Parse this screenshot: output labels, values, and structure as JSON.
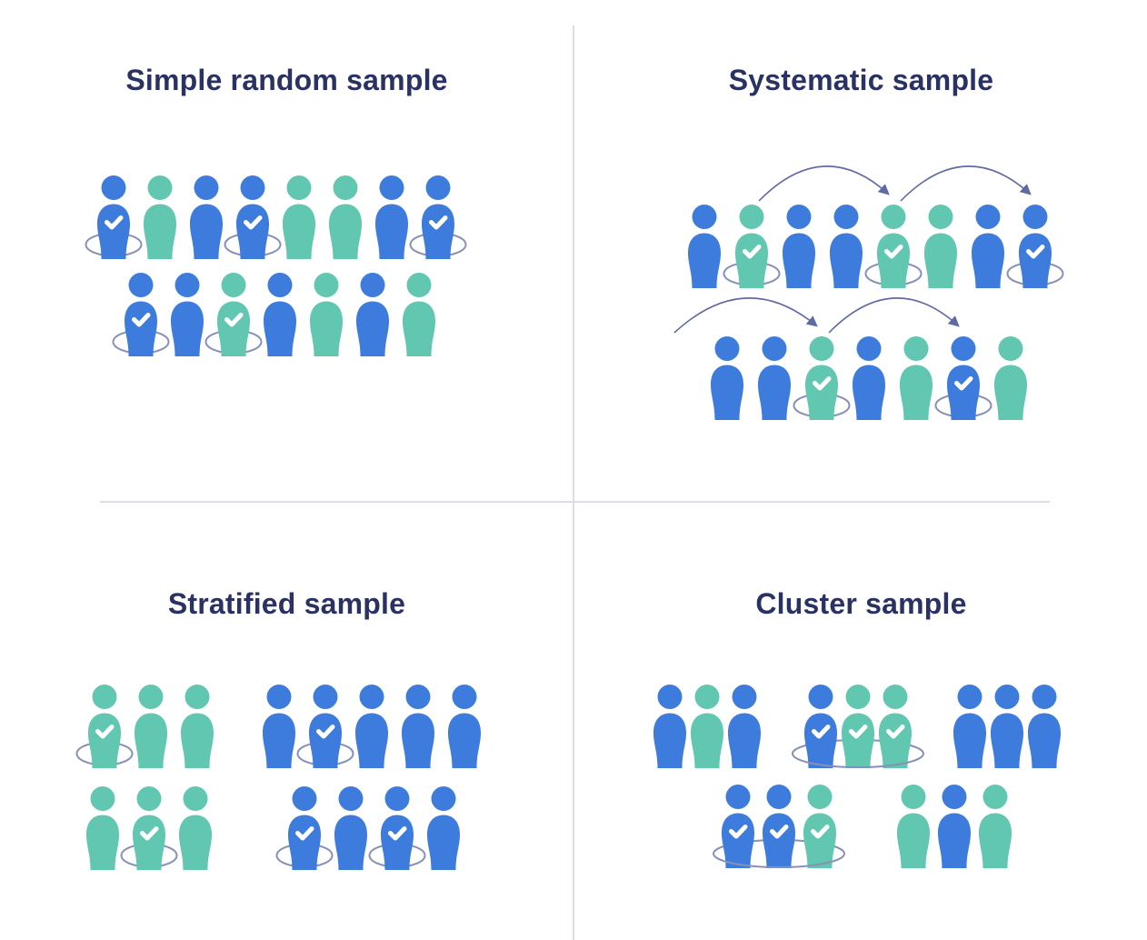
{
  "colors": {
    "blue": "#3D7CDD",
    "teal": "#62C7B1",
    "title": "#2A3263",
    "ellipse": "#8690B8",
    "arrow": "#5F6AA5",
    "divider": "#D9DDEA"
  },
  "icons": {
    "person": "person-silhouette",
    "checkmark": "white-check-on-chest",
    "selection": "ellipse-outline-under-selected",
    "skip_arrow": "curved-arrow-over-heads"
  },
  "quadrants": [
    {
      "title": "Simple random sample",
      "rows": [
        {
          "people": [
            {
              "color": "blue",
              "checked": true,
              "circled": true
            },
            {
              "color": "teal"
            },
            {
              "color": "blue"
            },
            {
              "color": "blue",
              "checked": true,
              "circled": true
            },
            {
              "color": "teal"
            },
            {
              "color": "teal"
            },
            {
              "color": "blue"
            },
            {
              "color": "blue",
              "checked": true,
              "circled": true
            }
          ]
        },
        {
          "people": [
            {
              "color": "blue",
              "checked": true,
              "circled": true
            },
            {
              "color": "blue"
            },
            {
              "color": "teal",
              "checked": true,
              "circled": true
            },
            {
              "color": "blue"
            },
            {
              "color": "teal"
            },
            {
              "color": "blue"
            },
            {
              "color": "teal"
            }
          ]
        }
      ]
    },
    {
      "title": "Systematic sample",
      "rows": [
        {
          "people": [
            {
              "color": "blue"
            },
            {
              "color": "teal",
              "checked": true,
              "circled": true
            },
            {
              "color": "blue"
            },
            {
              "color": "blue"
            },
            {
              "color": "teal",
              "checked": true,
              "circled": true
            },
            {
              "color": "teal"
            },
            {
              "color": "blue"
            },
            {
              "color": "blue",
              "checked": true,
              "circled": true
            }
          ],
          "arrows": [
            {
              "from": 1,
              "to": 4
            },
            {
              "from": 4,
              "to": 7
            }
          ]
        },
        {
          "people": [
            {
              "color": "blue"
            },
            {
              "color": "blue"
            },
            {
              "color": "teal",
              "checked": true,
              "circled": true
            },
            {
              "color": "blue"
            },
            {
              "color": "teal"
            },
            {
              "color": "blue",
              "checked": true,
              "circled": true
            },
            {
              "color": "teal"
            }
          ],
          "arrows": [
            {
              "from": "edge",
              "to": 2
            },
            {
              "from": 2,
              "to": 5
            }
          ]
        }
      ]
    },
    {
      "title": "Stratified sample",
      "rows": [
        {
          "groups": [
            {
              "people": [
                {
                  "color": "teal",
                  "checked": true,
                  "circled": true
                },
                {
                  "color": "teal"
                },
                {
                  "color": "teal"
                }
              ]
            },
            {
              "people": [
                {
                  "color": "blue"
                },
                {
                  "color": "blue",
                  "checked": true,
                  "circled": true
                },
                {
                  "color": "blue"
                },
                {
                  "color": "blue"
                },
                {
                  "color": "blue"
                }
              ]
            }
          ]
        },
        {
          "groups": [
            {
              "people": [
                {
                  "color": "teal"
                },
                {
                  "color": "teal",
                  "checked": true,
                  "circled": true
                },
                {
                  "color": "teal"
                }
              ]
            },
            {
              "people": [
                {
                  "color": "blue",
                  "checked": true,
                  "circled": true
                },
                {
                  "color": "blue"
                },
                {
                  "color": "blue",
                  "checked": true,
                  "circled": true
                },
                {
                  "color": "blue"
                }
              ]
            }
          ]
        }
      ]
    },
    {
      "title": "Cluster sample",
      "rows": [
        {
          "groups": [
            {
              "people": [
                {
                  "color": "blue"
                },
                {
                  "color": "teal"
                },
                {
                  "color": "blue"
                }
              ]
            },
            {
              "circled": true,
              "people": [
                {
                  "color": "blue",
                  "checked": true
                },
                {
                  "color": "teal",
                  "checked": true
                },
                {
                  "color": "teal",
                  "checked": true
                }
              ]
            },
            {
              "people": [
                {
                  "color": "blue"
                },
                {
                  "color": "blue"
                },
                {
                  "color": "blue"
                }
              ]
            }
          ]
        },
        {
          "groups": [
            {
              "circled": true,
              "people": [
                {
                  "color": "blue",
                  "checked": true
                },
                {
                  "color": "blue",
                  "checked": true
                },
                {
                  "color": "teal",
                  "checked": true
                }
              ]
            },
            {
              "people": [
                {
                  "color": "teal"
                },
                {
                  "color": "blue"
                },
                {
                  "color": "teal"
                }
              ]
            }
          ]
        }
      ]
    }
  ]
}
